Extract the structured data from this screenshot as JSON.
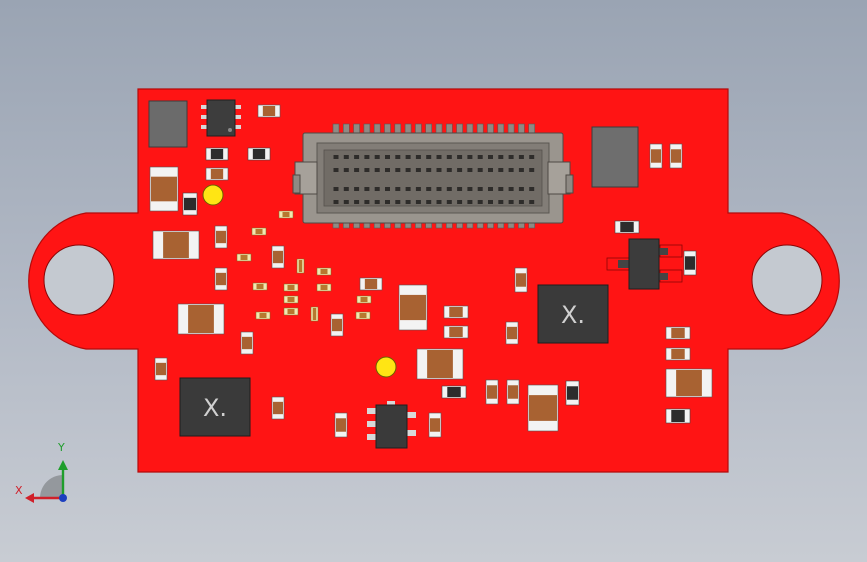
{
  "scene": {
    "description_free": true,
    "ic_marking": "X.",
    "colors": {
      "background_top": "#9aa4b3",
      "background_bottom": "#c8ccd3",
      "pcb": "#ff1414",
      "pcb_edge": "#b40a0a",
      "connector_body": "#8f8a84",
      "ic_body": "#3a3a3a",
      "capacitor_body": "#a86232",
      "pad_white": "#f3f3f3",
      "led_yellow": "#ffe514",
      "axis_x": "#d0202a",
      "axis_y": "#1f9e2c",
      "axis_z": "#1c3fbf"
    },
    "connector": {
      "pin_count": 40
    }
  },
  "axes": {
    "x_label": "X",
    "y_label": "Y"
  }
}
